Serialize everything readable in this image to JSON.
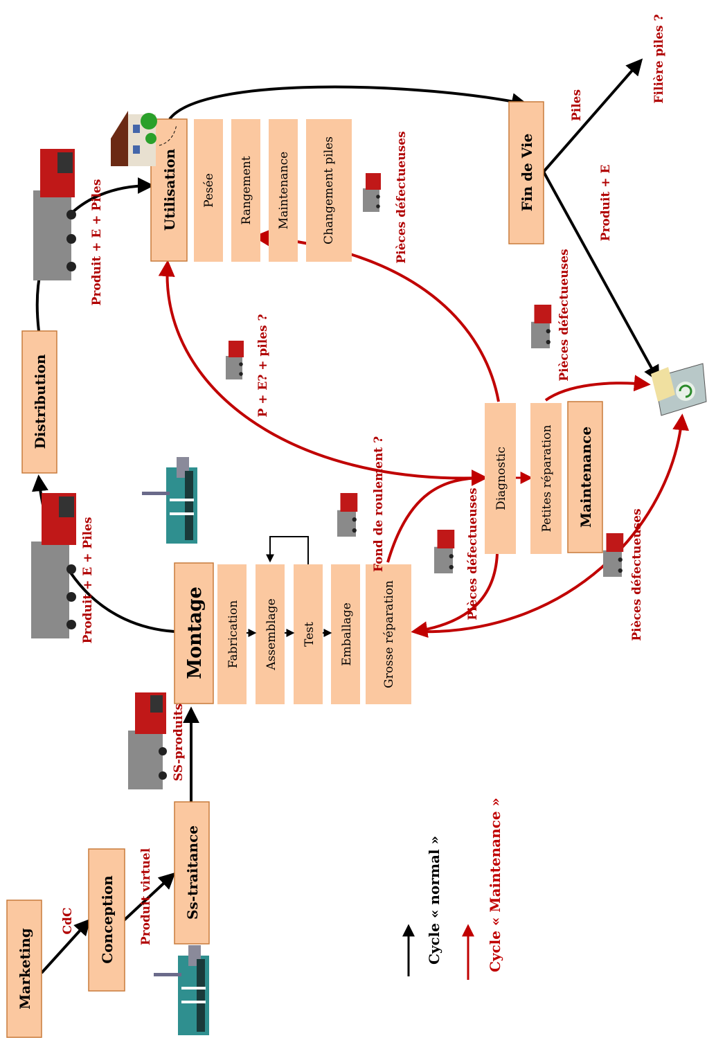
{
  "boxes": {
    "marketing": "Marketing",
    "conception": "Conception",
    "sous_traitance": "Ss-traitance",
    "montage": "Montage",
    "distribution": "Distribution",
    "utilisation": "Utilisation",
    "fin_de_vie": "Fin de Vie",
    "maintenance": "Maintenance"
  },
  "montage_steps": [
    "Fabrication",
    "Assemblage",
    "Test",
    "Emballage",
    "Grosse réparation"
  ],
  "utilisation_steps": [
    "Pesée",
    "Rangement",
    "Maintenance",
    "Changement piles"
  ],
  "maintenance_steps": [
    "Diagnostic",
    "Petites réparation"
  ],
  "labels": {
    "cdc": "CdC",
    "produit_virtuel": "Produit virtuel",
    "ss_produits": "SS-produits",
    "produit_e_piles_1": "Produit + E + Piles",
    "produit_e_piles_2": "Produit + E + Piles",
    "p_e_piles": "P + E? + piles ?",
    "fond_de_roulement": "Fond de roulement ?",
    "pieces_defectueuses_1": "Pièces défectueuses",
    "pieces_defectueuses_2": "Pièces défectueuses",
    "pieces_defectueuses_3": "Pièces défectueuses",
    "pieces_defectueuses_4": "Pièces défectueuses",
    "piles": "Piles",
    "produit_e": "Produit + E",
    "filiere_piles": "Filière piles ?"
  },
  "legend": {
    "normal": "Cycle « normal »",
    "maintenance": "Cycle « Maintenance »"
  },
  "colors": {
    "box_fill": "#fbc8a0",
    "box_border": "#c87a3a",
    "sub_fill": "#fbc8a0",
    "normal_arrow": "#000000",
    "maintenance_arrow": "#c00000",
    "label_red": "#b00000"
  }
}
